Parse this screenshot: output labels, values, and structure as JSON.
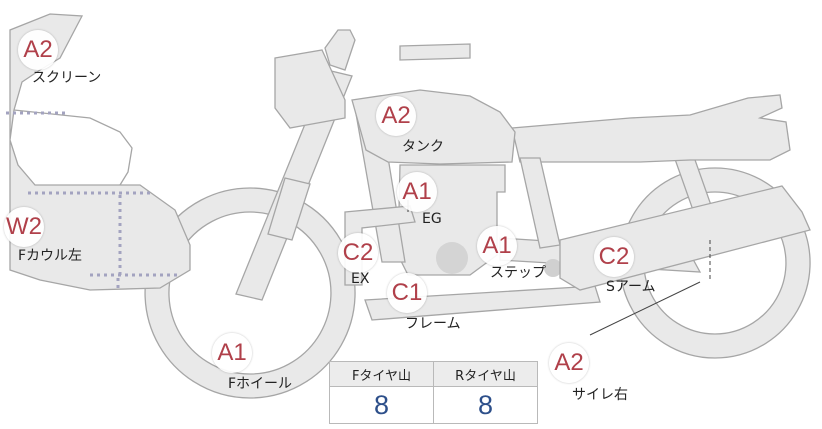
{
  "markers": [
    {
      "id": "screen",
      "grade": "A2",
      "label": "スクリーン"
    },
    {
      "id": "tank",
      "grade": "A2",
      "label": "タンク"
    },
    {
      "id": "eg",
      "grade": "A1",
      "label": "EG"
    },
    {
      "id": "step",
      "grade": "A1",
      "label": "ステップ"
    },
    {
      "id": "ex",
      "grade": "C2",
      "label": "EX"
    },
    {
      "id": "frame",
      "grade": "C1",
      "label": "フレーム"
    },
    {
      "id": "swingarm",
      "grade": "C2",
      "label": "Sアーム"
    },
    {
      "id": "fcowl-left",
      "grade": "W2",
      "label": "Fカウル左"
    },
    {
      "id": "fwheel",
      "grade": "A1",
      "label": "Fホイール"
    },
    {
      "id": "silencer-right",
      "grade": "A2",
      "label": "サイレ右"
    }
  ],
  "tire_table": {
    "headers": [
      "Fタイヤ山",
      "Rタイヤ山"
    ],
    "values": [
      "8",
      "8"
    ]
  },
  "colors": {
    "body_fill": "#e9e9e9",
    "outline": "#a6a6a6",
    "grade_text": "#b0404a",
    "table_value": "#2d4f8a"
  }
}
